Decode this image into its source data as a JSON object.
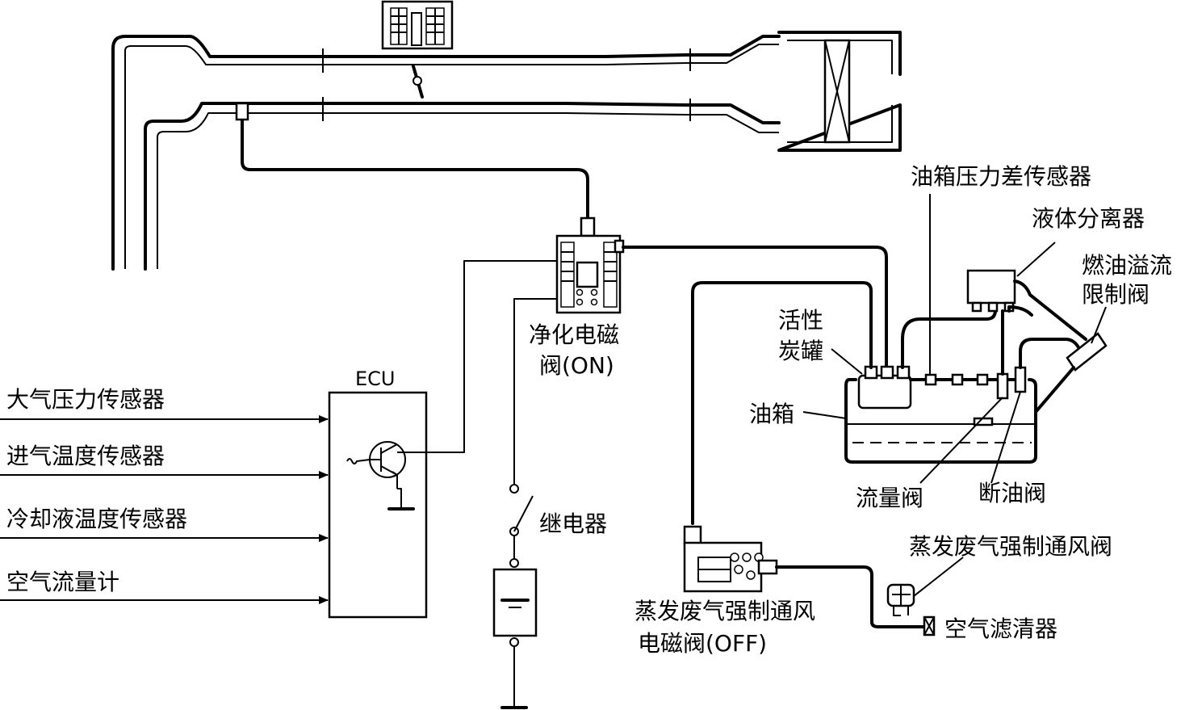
{
  "inputs": {
    "atm_pressure_sensor": "大气压力传感器",
    "intake_temp_sensor": "进气温度传感器",
    "coolant_temp_sensor": "冷却液温度传感器",
    "air_flow_meter": "空气流量计"
  },
  "ecu": {
    "label": "ECU"
  },
  "purge_valve": {
    "line1": "净化电磁",
    "line2": "阀(ON)"
  },
  "relay": {
    "label": "继电器"
  },
  "tank_group": {
    "pressure_sensor": "油箱压力差传感器",
    "liquid_separator": "液体分离器",
    "overflow_valve_line1": "燃油溢流",
    "overflow_valve_line2": "限制阀",
    "canister_line1": "活性",
    "canister_line2": "炭罐",
    "fuel_tank": "油箱",
    "flow_valve": "流量阀",
    "cutoff_valve": "断油阀"
  },
  "vent": {
    "forced_vent_valve": "蒸发废气强制通风阀",
    "vent_solenoid_line1": "蒸发废气强制通风",
    "vent_solenoid_line2": "电磁阀(OFF)",
    "air_filter": "空气滤清器"
  }
}
